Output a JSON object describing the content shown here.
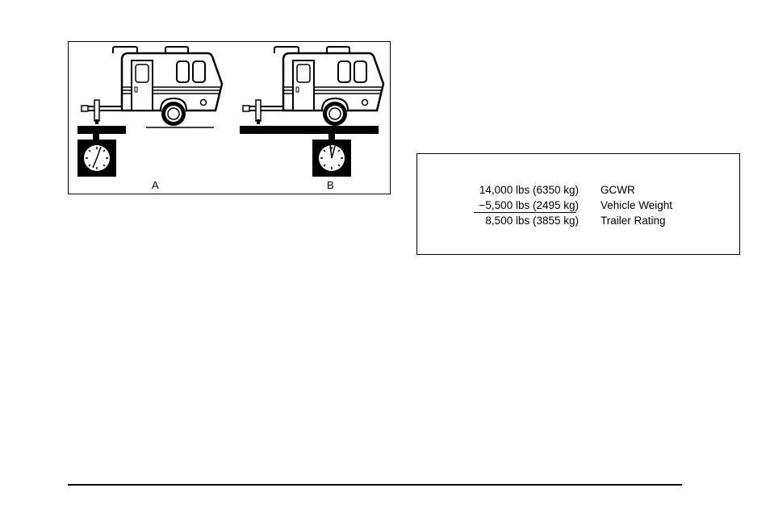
{
  "figure": {
    "label_a": "A",
    "label_b": "B",
    "icons": [
      "travel-trailer",
      "scale-dial-icon",
      "tongue-jack"
    ]
  },
  "calculation": {
    "rows": [
      {
        "amount": "14,000 lbs  (6350 kg)",
        "description": "GCWR"
      },
      {
        "amount": "−5,500 lbs  (2495 kg)",
        "description": "Vehicle Weight"
      },
      {
        "amount": "8,500 lbs  (3855 kg)",
        "description": "Trailer Rating"
      }
    ]
  }
}
